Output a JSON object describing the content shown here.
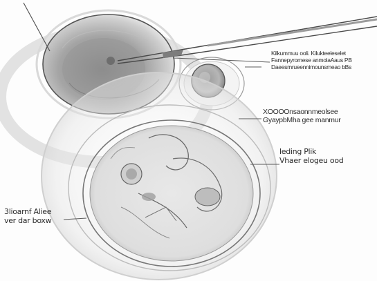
{
  "labels": {
    "injection": {
      "line1": "Kilkummuu ooli. Kilukteeleselet",
      "line2": "Fannepyromese anmolaAaus PB",
      "line3": "Daeesmrueennimounsmeao bBs"
    },
    "egg": {
      "line1": "XOOOOnsaonnmeolsee",
      "line2": "GyaypbMha gee manmur"
    },
    "embryo": {
      "line1": "leding Plik",
      "line2": "Vhaer elogeu ood"
    },
    "left": {
      "line1": "3lioarnf Aliee",
      "line2": "ver dar boxw"
    }
  },
  "palette": {
    "ink": "#2b2b2b",
    "pencil": "#7a7a7a",
    "shade": "#a9a9a9",
    "paper": "#fdfdfd"
  }
}
